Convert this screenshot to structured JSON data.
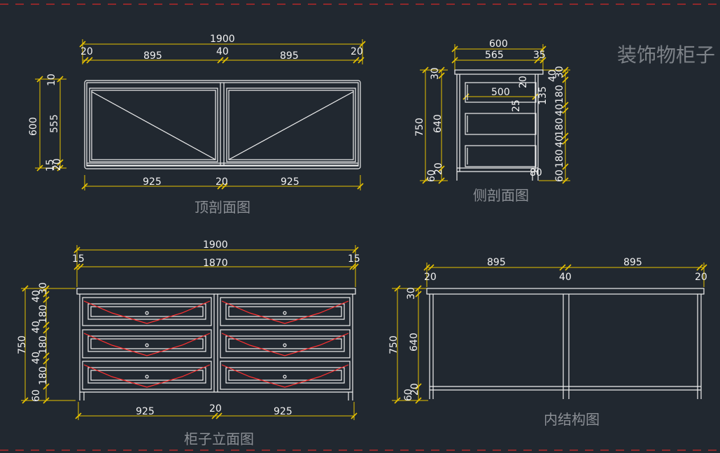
{
  "title": "装饰物柜子",
  "views": {
    "top_section": {
      "label": "顶剖面图",
      "dims": {
        "overall": "1900",
        "edge_left": "20",
        "panel_left": "895",
        "center": "40",
        "panel_right": "895",
        "edge_right": "20",
        "depth_total": "600",
        "depth_top": "10",
        "depth_mid": "555",
        "depth_bottom1": "15",
        "depth_bottom2": "20",
        "bottom_left": "925",
        "bottom_center": "20",
        "bottom_right": "925"
      }
    },
    "side_section": {
      "label": "侧剖面图",
      "dims": {
        "overall_depth": "600",
        "body_depth": "565",
        "front": "35",
        "inner": "500",
        "top_offset": "20",
        "mid_offset": "25",
        "right_135": "135",
        "height_total": "750",
        "top_30": "30",
        "body_640": "640",
        "base_60": "60",
        "base_20": "20",
        "leg_80": "80",
        "r_30": "30",
        "r_40a": "40",
        "r_180a": "180",
        "r_40b": "40",
        "r_180b": "180",
        "r_40c": "40",
        "r_180c": "180",
        "r_60": "60"
      }
    },
    "elevation": {
      "label": "柜子立面图",
      "dims": {
        "overall": "1900",
        "edge_left": "15",
        "inner": "1870",
        "edge_right": "15",
        "height_total": "750",
        "v_30": "30",
        "v_40a": "40",
        "v_180a": "180",
        "v_40b": "40",
        "v_180b": "180",
        "v_40c": "40",
        "v_180c": "180",
        "v_60": "60",
        "bottom_left": "925",
        "bottom_center": "20",
        "bottom_right": "925"
      }
    },
    "inner_structure": {
      "label": "内结构图",
      "dims": {
        "edge_left": "20",
        "span_left": "895",
        "center": "40",
        "span_right": "895",
        "edge_right": "20",
        "height_total": "750",
        "top_30": "30",
        "mid_640": "640",
        "base_60": "60",
        "base_20": "20"
      }
    }
  },
  "colors": {
    "background": "#212830",
    "linework": "#f0f0f0",
    "dimension": "#e8c200",
    "accent": "#ff3030",
    "label": "#8b8f95"
  }
}
